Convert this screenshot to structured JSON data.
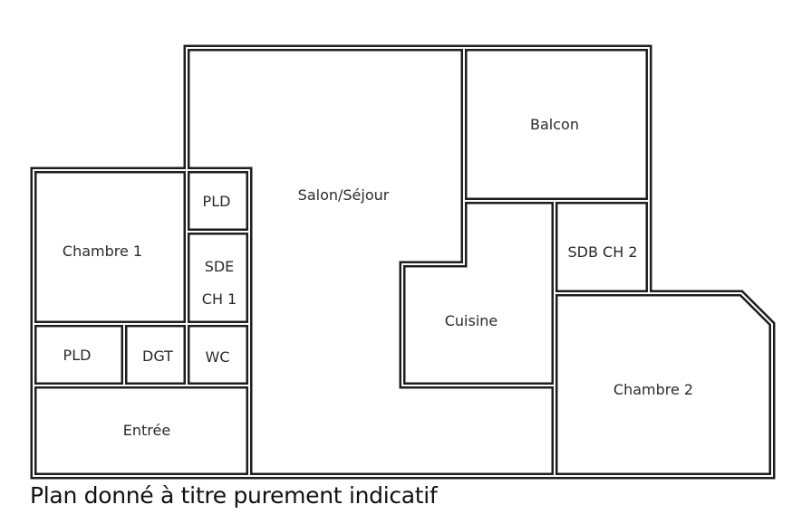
{
  "rooms": {
    "salon": "Salon/Séjour",
    "balcon": "Balcon",
    "pld_top": "PLD",
    "chambre1": "Chambre 1",
    "sde_line1": "SDE",
    "sde_line2": "CH 1",
    "pld_bottom": "PLD",
    "dgt": "DGT",
    "wc": "WC",
    "entree": "Entrée",
    "cuisine": "Cuisine",
    "sdb_ch2": "SDB CH 2",
    "chambre2": "Chambre 2"
  },
  "caption": "Plan donné à titre purement indicatif",
  "colors": {
    "wall": "#1e1e1e",
    "background": "#ffffff"
  }
}
